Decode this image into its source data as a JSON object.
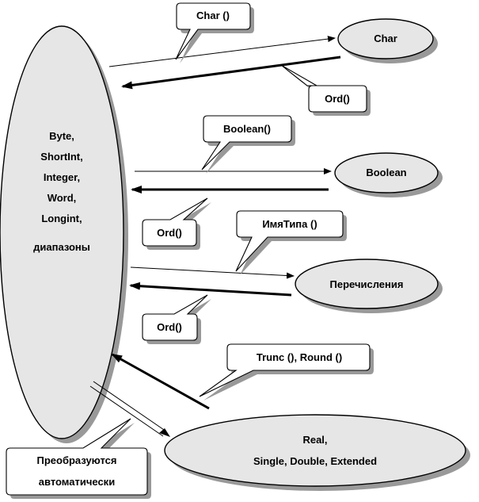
{
  "nodes": {
    "main": [
      "Byte,",
      "ShortInt,",
      "Integer,",
      "Word,",
      "Longint,",
      "диапазоны"
    ],
    "char": "Char",
    "boolean": "Boolean",
    "enum": "Перечисления",
    "real": [
      "Real,",
      "Single, Double, Extended"
    ]
  },
  "callouts": {
    "char_fn": "Char ()",
    "ord_char": "Ord()",
    "boolean_fn": "Boolean()",
    "ord_boolean": "Ord()",
    "typename_fn": "ИмяТипа ()",
    "ord_enum": "Ord()",
    "trunc_round": "Trunc (), Round ()",
    "auto": [
      "Преобразуются",
      "автоматически"
    ]
  }
}
